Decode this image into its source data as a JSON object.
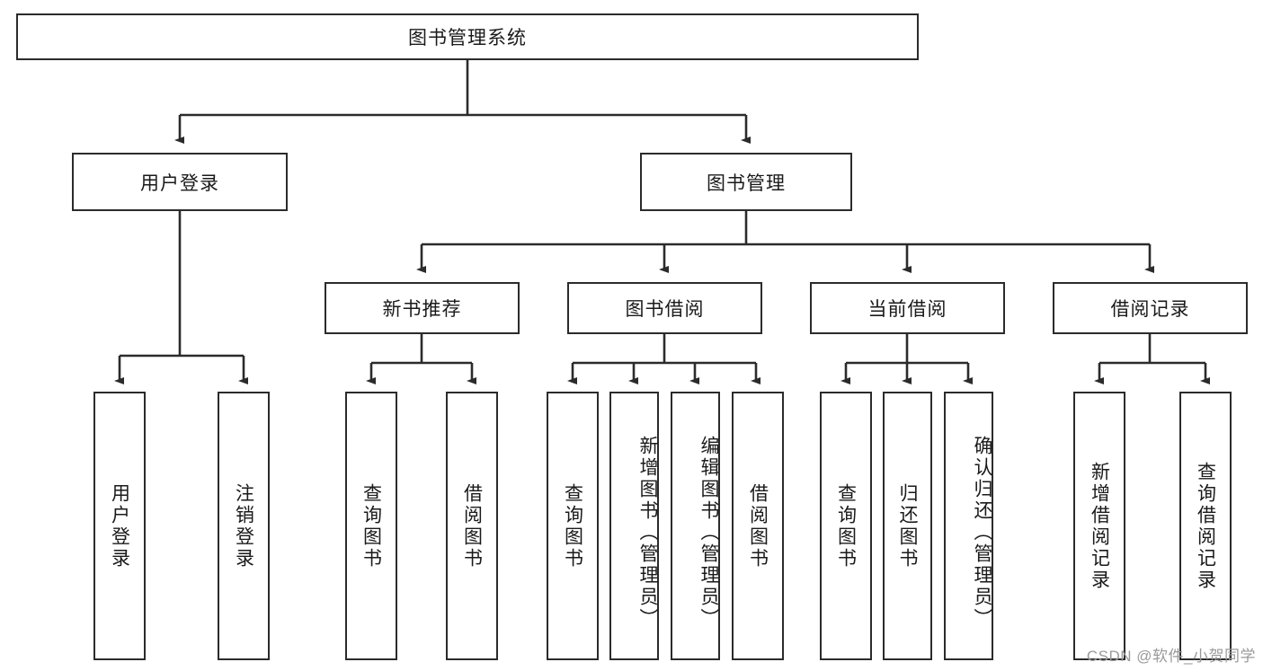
{
  "diagram": {
    "title": "图书管理系统",
    "type": "tree-hierarchy-chart",
    "root": {
      "label": "图书管理系统"
    },
    "level2": [
      {
        "label": "用户登录"
      },
      {
        "label": "图书管理"
      }
    ],
    "level3": [
      {
        "label": "新书推荐"
      },
      {
        "label": "图书借阅"
      },
      {
        "label": "当前借阅"
      },
      {
        "label": "借阅记录"
      }
    ],
    "leaves": {
      "user_login": [
        {
          "label": "用户登录"
        },
        {
          "label": "注销登录"
        }
      ],
      "new_book_recommend": [
        {
          "label": "查询图书"
        },
        {
          "label": "借阅图书"
        }
      ],
      "book_borrow": [
        {
          "label": "查询图书"
        },
        {
          "label": "新增图书（管理员）"
        },
        {
          "label": "编辑图书（管理员）"
        },
        {
          "label": "借阅图书"
        }
      ],
      "current_borrow": [
        {
          "label": "查询图书"
        },
        {
          "label": "归还图书"
        },
        {
          "label": "确认归还（管理员）"
        }
      ],
      "borrow_record": [
        {
          "label": "新增借阅记录"
        },
        {
          "label": "查询借阅记录"
        }
      ]
    }
  },
  "watermark": {
    "text": "CSDN @软件_小贺同学"
  },
  "colors": {
    "stroke": "#2b2b2b",
    "background": "#ffffff",
    "text": "#1a1a1a",
    "watermark": "#9a9a9a"
  }
}
